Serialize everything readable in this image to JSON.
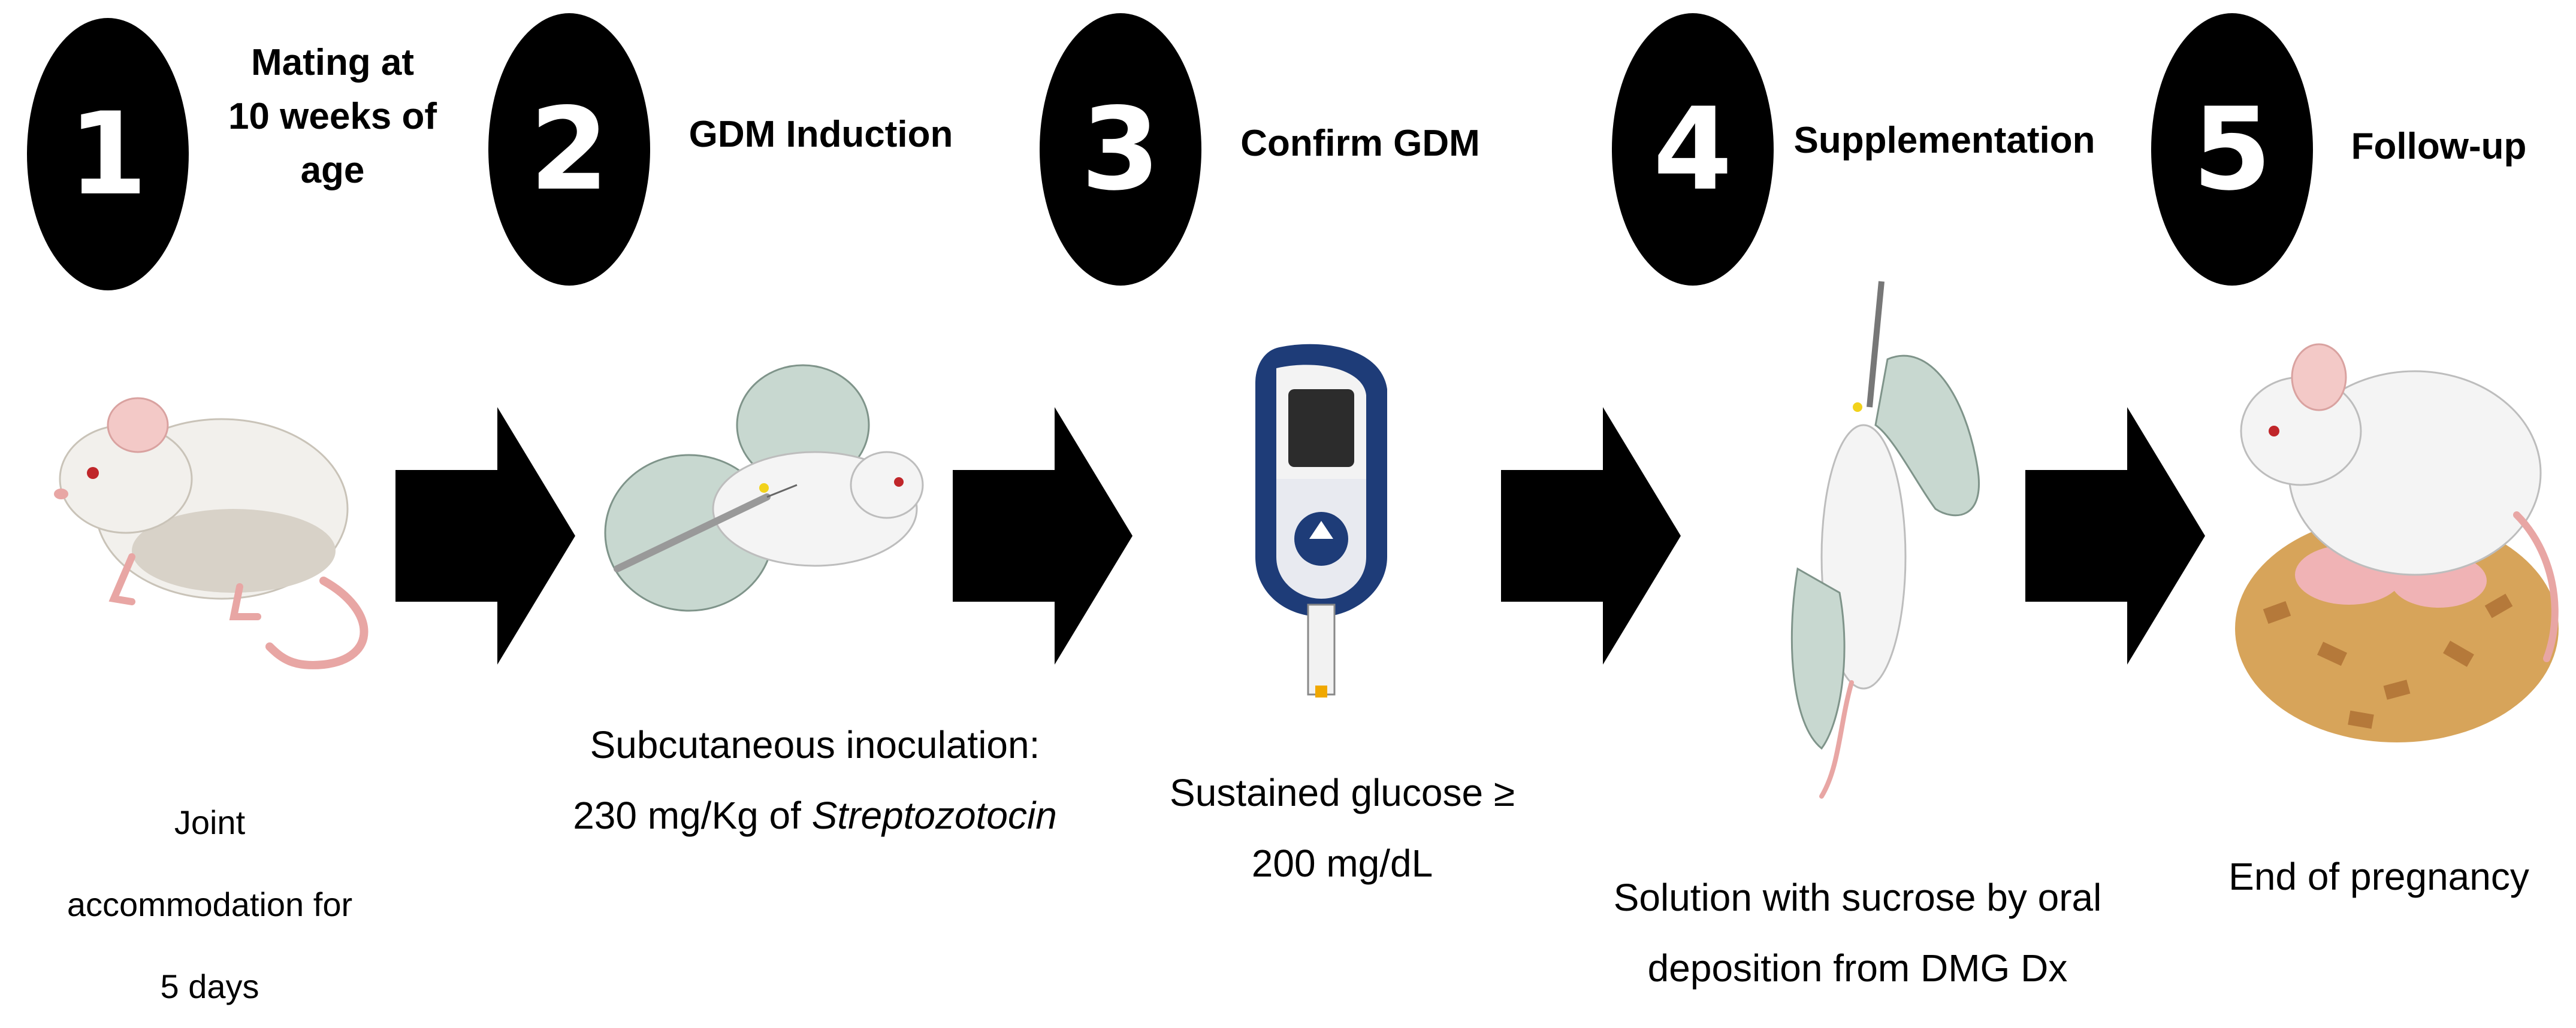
{
  "steps": [
    {
      "number": "1",
      "title_lines": [
        "Mating at",
        "10 weeks of",
        "age"
      ],
      "description_lines": [
        "Joint",
        "accommodation for",
        "5 days"
      ]
    },
    {
      "number": "2",
      "title_lines": [
        "GDM Induction"
      ],
      "description_lines": [
        "Subcutaneous inoculation:"
      ],
      "description_line2_prefix": "230 mg/Kg of ",
      "description_line2_italic": "Streptozotocin"
    },
    {
      "number": "3",
      "title_lines": [
        "Confirm GDM"
      ],
      "description_lines": [
        "Sustained glucose ≥",
        "200 mg/dL"
      ]
    },
    {
      "number": "4",
      "title_lines": [
        "Supplementation"
      ],
      "description_lines": [
        "Solution with sucrose by oral",
        "deposition from DMG Dx"
      ]
    },
    {
      "number": "5",
      "title_lines": [
        "Follow-up"
      ],
      "description_lines": [
        "End of pregnancy"
      ]
    }
  ],
  "colors": {
    "circle": "#000000",
    "arrow": "#000000",
    "mouse_body": "#f2f0ec",
    "mouse_shadow": "#d8d2c8",
    "tail": "#e8a6a4",
    "glove": "#c8d8d0",
    "meter": "#1e3c78",
    "bedding": "#d7a45a"
  }
}
